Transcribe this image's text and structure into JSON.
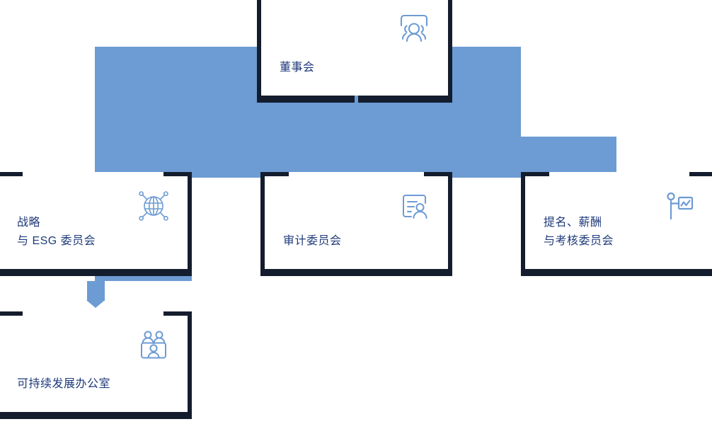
{
  "diagram": {
    "type": "org-chart",
    "title_visible": false,
    "colors": {
      "connector_blue": "#6d9bd3",
      "card_border_navy": "#141d2e",
      "text_navy": "#1f3a7a",
      "icon_blue": "#6d9bd3",
      "card_background": "#ffffff",
      "page_background": "#ffffff"
    },
    "nodes": [
      {
        "id": "board",
        "label": "董事会",
        "icon": "people-group-icon",
        "level": 1
      },
      {
        "id": "strategy",
        "label": "战略\n与 ESG 委员会",
        "icon": "globe-network-icon",
        "level": 2
      },
      {
        "id": "audit",
        "label": "审计委员会",
        "icon": "document-person-icon",
        "level": 2
      },
      {
        "id": "nomination",
        "label": "提名、薪酬\n与考核委员会",
        "icon": "presenter-chart-icon",
        "level": 2
      },
      {
        "id": "office",
        "label": "可持续发展办公室",
        "icon": "team-panel-icon",
        "level": 3
      }
    ],
    "edges": [
      {
        "from": "board",
        "to": "strategy"
      },
      {
        "from": "board",
        "to": "audit"
      },
      {
        "from": "board",
        "to": "nomination"
      },
      {
        "from": "strategy",
        "to": "office",
        "arrow": "down"
      }
    ]
  }
}
